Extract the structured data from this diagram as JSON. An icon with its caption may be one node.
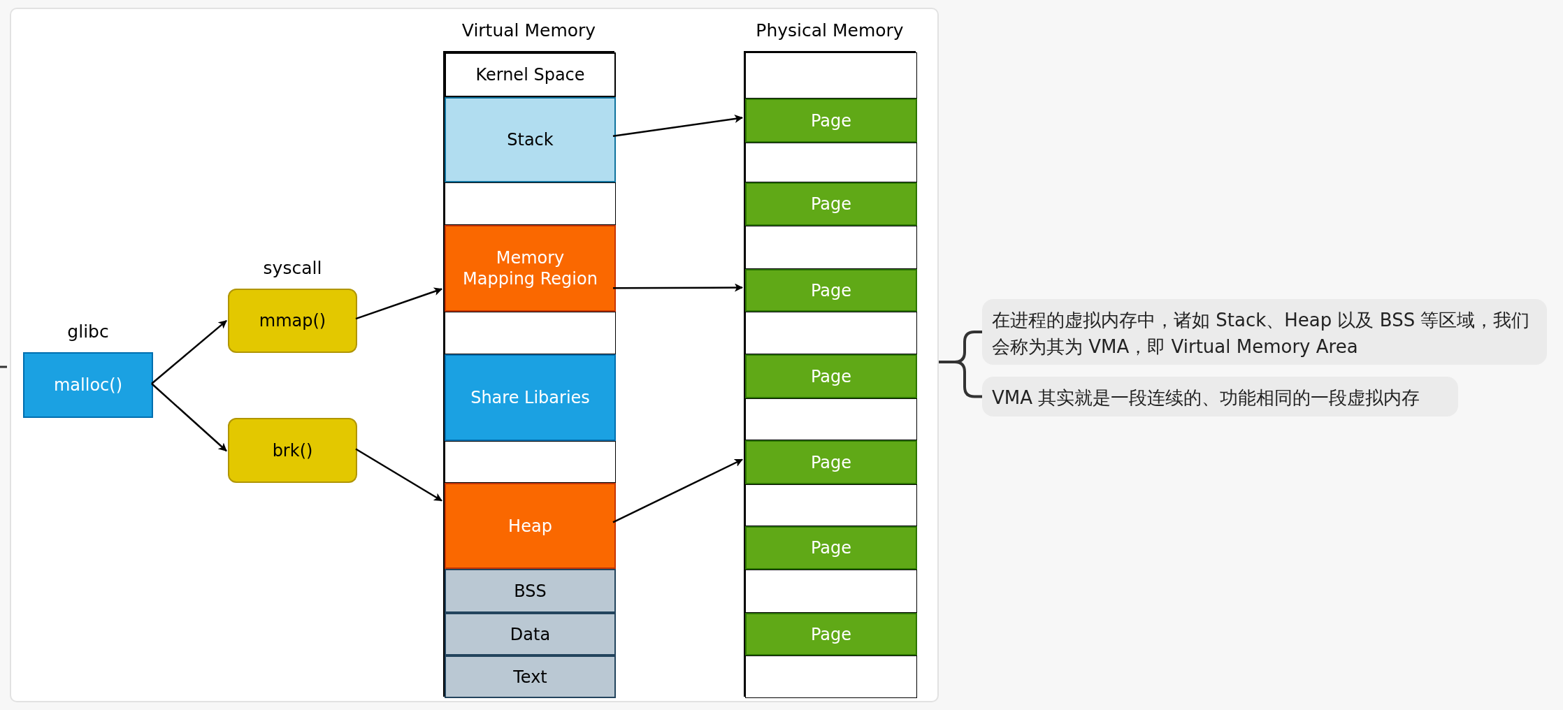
{
  "diagram": {
    "nodes": [
      {
        "text": [],
        "shape": "box"
      },
      {
        "text": [
          "glibc",
          "malloc()"
        ],
        "in": 0
      },
      {
        "text": [
          "syscall",
          "mmap()"
        ],
        "in": 0
      },
      {
        "text": [
          "brk()"
        ],
        "in": 0
      },
      {
        "text": [
          "Virtual Memory"
        ],
        "in": 0
      },
      {
        "text": [
          "Kernel Space"
        ],
        "in": 4
      },
      {
        "text": [
          "Stack"
        ],
        "in": 4
      },
      {
        "text": [],
        "shape": "box",
        "in": 4
      },
      {
        "text": [
          "Memory Mapping Region"
        ],
        "in": 4
      },
      {
        "text": [],
        "shape": "box",
        "in": 4
      },
      {
        "text": [
          "Share Libaries"
        ],
        "in": 4
      },
      {
        "text": [],
        "shape": "box",
        "in": 4
      },
      {
        "text": [
          "Heap"
        ],
        "in": 4
      },
      {
        "text": [
          "BSS"
        ],
        "in": 4
      },
      {
        "text": [
          "Data"
        ],
        "in": 4
      },
      {
        "text": [
          "Text"
        ],
        "in": 4
      },
      {
        "text": [
          "Physical Memory"
        ],
        "in": 0
      },
      {
        "text": [],
        "shape": "box",
        "in": 16
      },
      {
        "text": [
          "Page"
        ],
        "in": 16
      },
      {
        "text": [],
        "shape": "box",
        "in": 16
      },
      {
        "text": [
          "Page"
        ],
        "in": 16
      },
      {
        "text": [],
        "shape": "box",
        "in": 16
      },
      {
        "text": [
          "Page"
        ],
        "in": 16
      },
      {
        "text": [],
        "shape": "box",
        "in": 16
      },
      {
        "text": [
          "Page"
        ],
        "in": 16
      },
      {
        "text": [],
        "shape": "box",
        "in": 16
      },
      {
        "text": [
          "Page"
        ],
        "in": 16
      },
      {
        "text": [],
        "shape": "box",
        "in": 16
      },
      {
        "text": [
          "Page"
        ],
        "in": 16
      },
      {
        "text": [],
        "shape": "box",
        "in": 16
      },
      {
        "text": [
          "Page"
        ],
        "in": 16
      },
      {
        "text": [],
        "shape": "box",
        "in": 16
      },
      {
        "text": [
          "在进程的虚拟内存中，诸如 Stack、Heap 以及 BSS 等区域，我们会称为其为 VMA，即 Virtual Memory Area"
        ]
      },
      {
        "text": [
          "VMA 其实就是一段连续的、功能相同的一段虚拟内存"
        ]
      }
    ],
    "edges": [
      {
        "from": 1,
        "to": 2,
        "arrow": "to"
      },
      {
        "from": 1,
        "to": 3,
        "arrow": "to"
      },
      {
        "from": 2,
        "to": 8,
        "arrow": "to"
      },
      {
        "from": 3,
        "to": 12,
        "arrow": "to"
      },
      {
        "from": 6,
        "to": 18,
        "arrow": "to"
      },
      {
        "from": 8,
        "to": 22,
        "arrow": "to"
      },
      {
        "from": 12,
        "to": 26,
        "arrow": "to"
      },
      {
        "from": 0,
        "to": 32,
        "arrow": "none"
      },
      {
        "from": 0,
        "to": 33,
        "arrow": "none"
      }
    ]
  }
}
